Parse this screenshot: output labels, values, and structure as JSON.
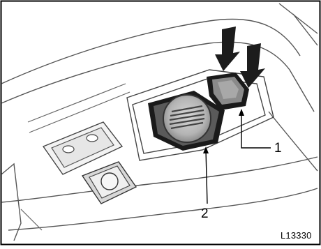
{
  "figure": {
    "callouts": [
      {
        "id": "switch-small",
        "label": "1"
      },
      {
        "id": "switch-large",
        "label": "2"
      }
    ],
    "code": "L13330"
  }
}
